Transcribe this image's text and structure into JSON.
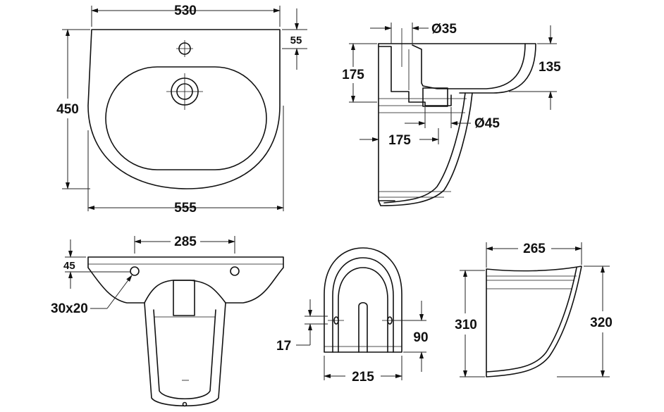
{
  "dimensions": {
    "top_width": "530",
    "tap_hole_offset": "55",
    "depth": "450",
    "overall_width": "555",
    "tap_hole_dia": "Ø35",
    "front_height": "175",
    "bowl_depth": "135",
    "waste_dia": "Ø45",
    "waste_offset": "175",
    "fixing_centres": "285",
    "fixing_height": "45",
    "fixing_slot": "30x20",
    "pedestal_fix_height": "17",
    "pedestal_width": "215",
    "pedestal_fix_offset": "90",
    "pedestal_depth": "265",
    "pedestal_height_inner": "310",
    "pedestal_height_outer": "320"
  }
}
